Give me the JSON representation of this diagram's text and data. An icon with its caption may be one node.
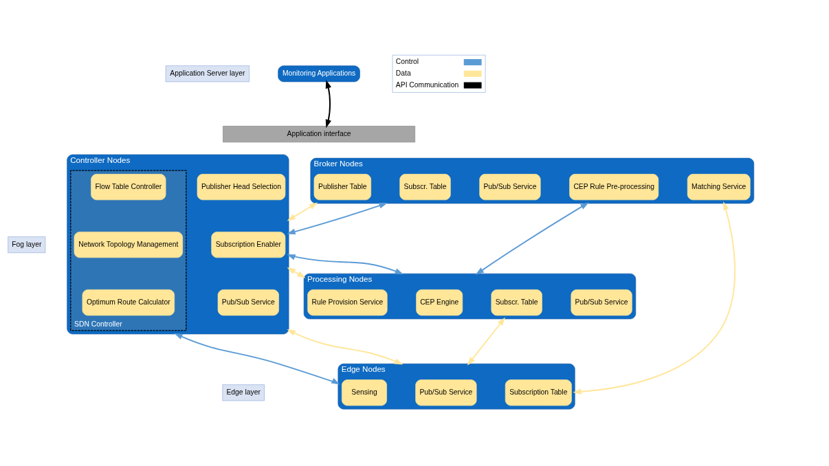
{
  "diagram": {
    "nodes": [
      {
        "text": [
          "Application Server layer"
        ]
      },
      {
        "text": [
          "Fog layer"
        ]
      },
      {
        "text": [
          "Edge layer"
        ]
      },
      {
        "text": [
          "Monitoring Applications"
        ]
      },
      {
        "text": [
          "Application interface"
        ]
      },
      {
        "text": [
          "Controller Nodes"
        ]
      },
      {
        "text": [
          "SDN Controller"
        ],
        "in": 5
      },
      {
        "text": [
          "Flow Table Controller"
        ],
        "in": 6
      },
      {
        "text": [
          "Network Topology Management"
        ],
        "in": 6
      },
      {
        "text": [
          "Optimum Route Calculator"
        ],
        "in": 6
      },
      {
        "text": [
          "Publisher Head Selection"
        ],
        "in": 5
      },
      {
        "text": [
          "Subscription Enabler"
        ],
        "in": 5
      },
      {
        "text": [
          "Pub/Sub Service"
        ],
        "in": 5
      },
      {
        "text": [
          "Broker Nodes"
        ]
      },
      {
        "text": [
          "Publisher Table"
        ],
        "in": 13
      },
      {
        "text": [
          "Subscr. Table"
        ],
        "in": 13
      },
      {
        "text": [
          "CEP Rule Pre-processing"
        ],
        "in": 13
      },
      {
        "text": [
          "Matching Service"
        ],
        "in": 13
      },
      {
        "text": [
          "Pub/Sub Service"
        ],
        "in": 13
      },
      {
        "text": [
          "Processing Nodes"
        ]
      },
      {
        "text": [
          "Rule Provision Service"
        ],
        "in": 19
      },
      {
        "text": [
          "CEP Engine"
        ],
        "in": 19
      },
      {
        "text": [
          "Subscr. Table"
        ],
        "in": 19
      },
      {
        "text": [
          "Pub/Sub Service"
        ],
        "in": 19
      },
      {
        "text": [
          "Edge Nodes"
        ]
      },
      {
        "text": [
          "Sensing"
        ],
        "in": 24
      },
      {
        "text": [
          "Pub/Sub Service"
        ],
        "in": 24
      },
      {
        "text": [
          "Subscription Table"
        ],
        "in": 24
      }
    ],
    "edges": [
      {
        "from": 3,
        "to": 4,
        "arrow": "both",
        "color": "#000000"
      },
      {
        "from": 5,
        "to": 13,
        "arrow": "both",
        "color": "#ffe699"
      },
      {
        "from": 5,
        "to": 13,
        "arrow": "both",
        "color": "#5b9bd5"
      },
      {
        "from": 5,
        "to": 19,
        "arrow": "both",
        "color": "#ffe699"
      },
      {
        "from": 5,
        "to": 19,
        "arrow": "both",
        "color": "#5b9bd5"
      },
      {
        "from": 13,
        "to": 19,
        "arrow": "both",
        "color": "#5b9bd5"
      },
      {
        "from": 13,
        "to": 24,
        "arrow": "both",
        "color": "#ffe699"
      },
      {
        "from": 19,
        "to": 24,
        "arrow": "both",
        "color": "#ffe699"
      },
      {
        "from": 5,
        "to": 24,
        "arrow": "both",
        "color": "#5b9bd5"
      },
      {
        "from": 5,
        "to": 24,
        "arrow": "both",
        "color": "#ffe699"
      }
    ],
    "legend": [
      {
        "text": "Control"
      },
      {
        "text": "Data"
      },
      {
        "text": "API Communication"
      }
    ]
  }
}
